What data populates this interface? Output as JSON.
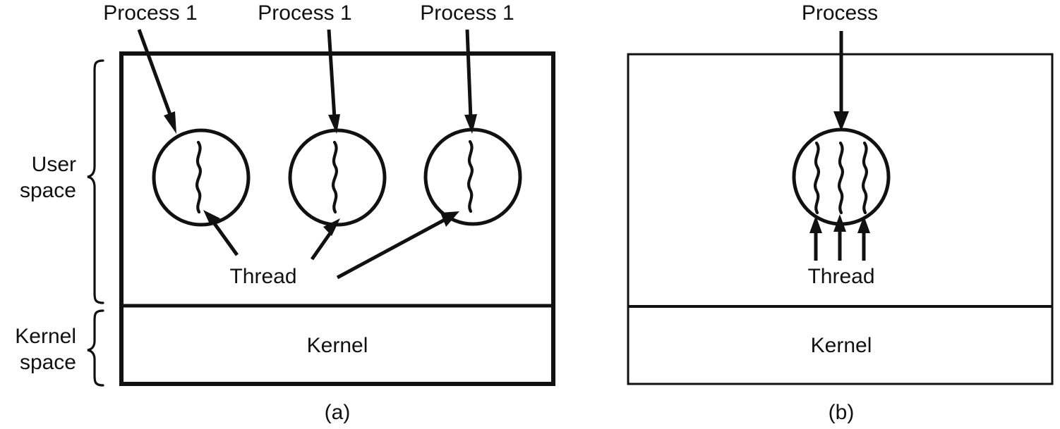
{
  "figure": {
    "title_semantics": "User-level vs kernel-level threads diagram",
    "side_labels": [
      {
        "name": "user-space",
        "line1": "User",
        "line2": "space"
      },
      {
        "name": "kernel-space",
        "line1": "Kernel",
        "line2": "space"
      }
    ],
    "panels": [
      {
        "id": "a",
        "caption": "(a)",
        "kernel_label": "Kernel",
        "thread_label": "Thread",
        "process_labels": [
          "Process 1",
          "Process 1",
          "Process 1"
        ],
        "circle_count": 3,
        "threads_per_circle": 1
      },
      {
        "id": "b",
        "caption": "(b)",
        "kernel_label": "Kernel",
        "thread_label": "Thread",
        "process_labels": [
          "Process"
        ],
        "circle_count": 1,
        "threads_per_circle": 3
      }
    ],
    "colors": {
      "ink": "#111111",
      "background": "#ffffff"
    }
  }
}
